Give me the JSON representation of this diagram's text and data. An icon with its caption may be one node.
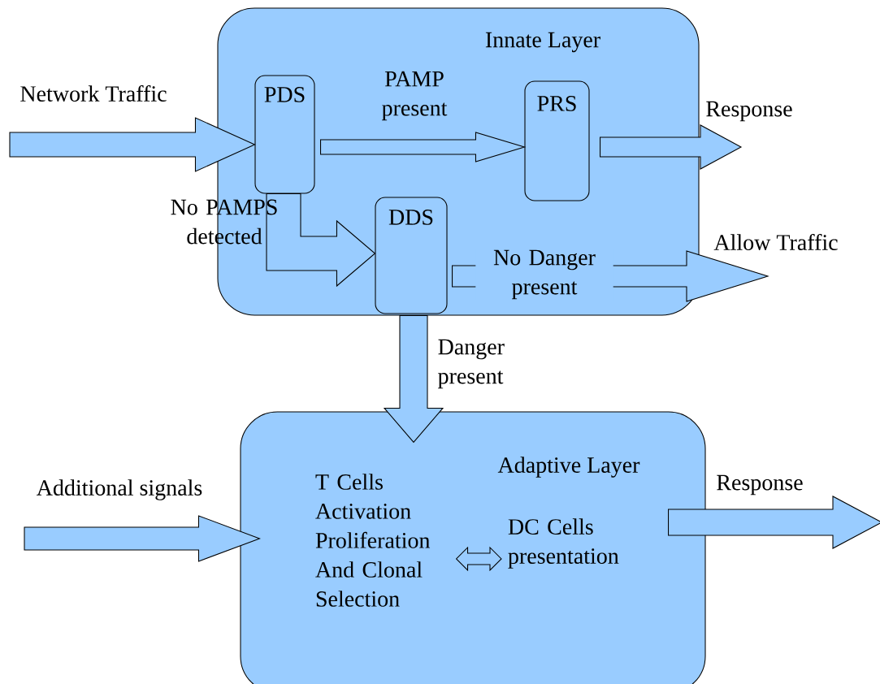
{
  "diagram": {
    "nodes": [
      {
        "text": [
          "Innate Layer"
        ]
      },
      {
        "text": [
          "PDS"
        ],
        "in": 0
      },
      {
        "text": [
          "PRS"
        ],
        "in": 0
      },
      {
        "text": [
          "DDS"
        ],
        "in": 0
      },
      {
        "text": [
          "Adaptive Layer"
        ]
      },
      {
        "text": [
          "T Cells Activation Proliferation And Clonal Selection"
        ],
        "in": 4
      },
      {
        "text": [
          "DC Cells presentation"
        ],
        "in": 4
      }
    ],
    "edges": [
      {
        "from": null,
        "to": 1,
        "arrow": "to",
        "label": "Network Traffic"
      },
      {
        "from": 1,
        "to": 2,
        "arrow": "to",
        "label": "PAMP present"
      },
      {
        "from": 2,
        "to": null,
        "arrow": "to",
        "label": "Response"
      },
      {
        "from": 1,
        "to": 3,
        "arrow": "to",
        "label": "No PAMPS detected"
      },
      {
        "from": 3,
        "to": null,
        "arrow": "to",
        "label": "No Danger present"
      },
      {
        "from": 3,
        "to": 4,
        "arrow": "to",
        "label": "Danger present"
      },
      {
        "from": null,
        "to": 4,
        "arrow": "to",
        "label": "Additional signals"
      },
      {
        "from": 4,
        "to": null,
        "arrow": "to",
        "label": "Response"
      },
      {
        "from": 5,
        "to": 6,
        "arrow": "both"
      }
    ],
    "labels": [
      "Allow Traffic"
    ]
  }
}
